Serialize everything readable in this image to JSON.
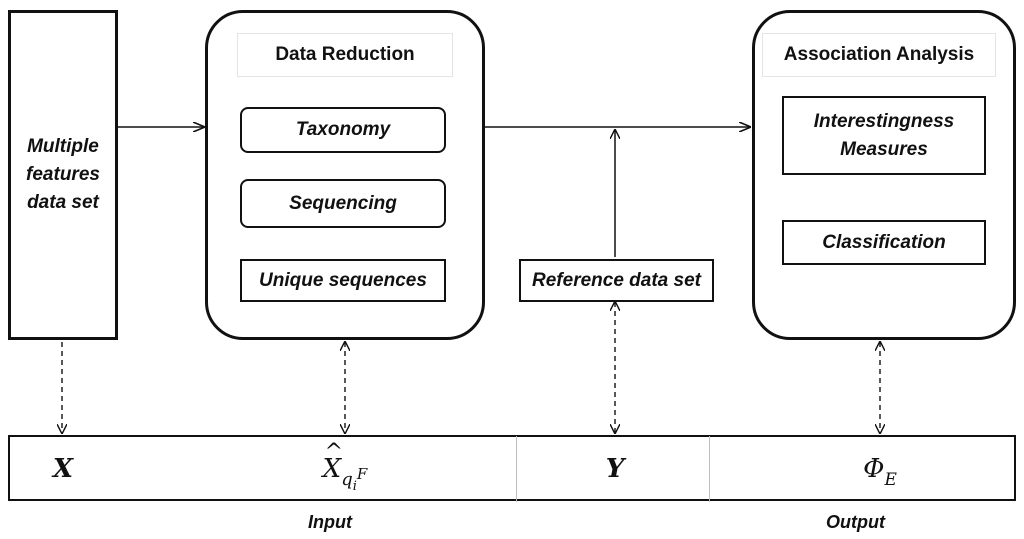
{
  "diagram": {
    "input_box": {
      "label": "Multiple\nfeatures\ndata set"
    },
    "data_reduction": {
      "title": "Data Reduction",
      "steps": [
        "Taxonomy",
        "Sequencing",
        "Unique sequences"
      ]
    },
    "reference": {
      "label": "Reference data set"
    },
    "association": {
      "title": "Association Analysis",
      "steps": [
        "Interestingness\nMeasures",
        "Classification"
      ]
    },
    "bottom_bar": {
      "cells": {
        "x": "X",
        "xhat_base": "X",
        "xhat_sub": "q",
        "xhat_subsub": "i",
        "xhat_sup": "F",
        "y": "Y",
        "phi": "Φ",
        "phi_sub": "E"
      },
      "captions": {
        "input": "Input",
        "output": "Output"
      }
    }
  }
}
